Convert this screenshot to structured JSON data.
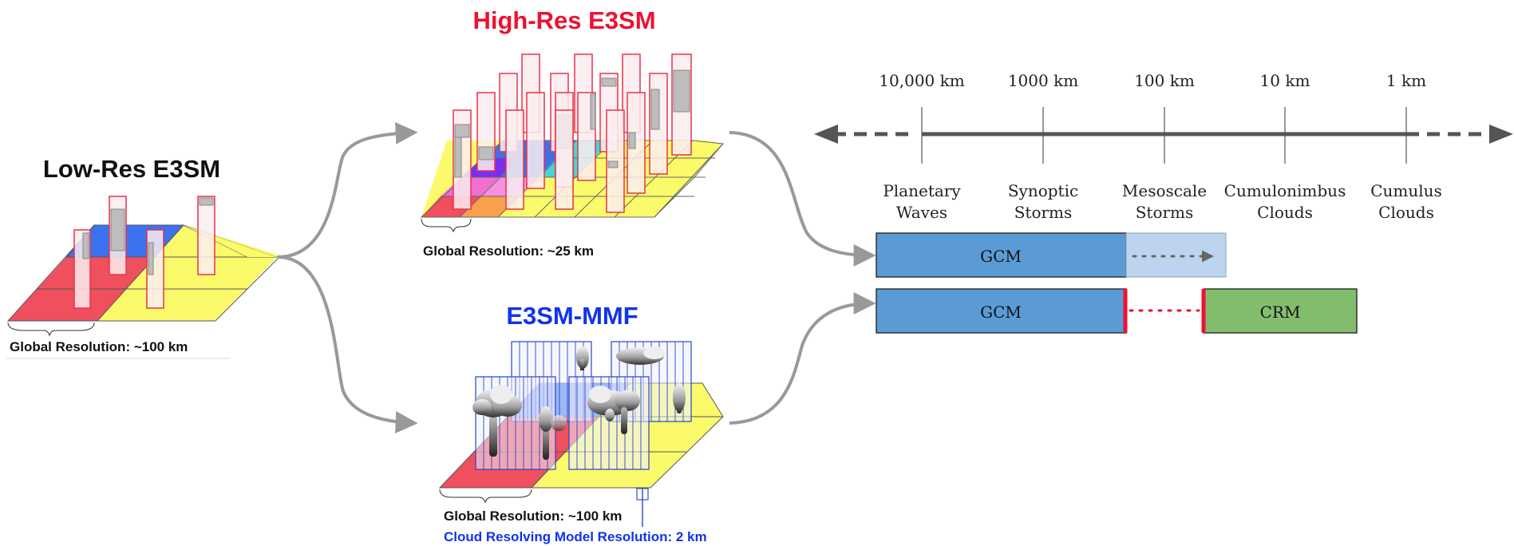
{
  "low_res": {
    "title": "Low-Res E3SM",
    "resolution": "Global Resolution: ~100 km"
  },
  "high_res": {
    "title": "High-Res E3SM",
    "resolution": "Global Resolution: ~25 km"
  },
  "mmf": {
    "title": "E3SM-MMF",
    "resolution": "Global Resolution: ~100 km",
    "crm_resolution": "Cloud Resolving Model Resolution: 2 km"
  },
  "scale_axis": {
    "ticks": [
      "10,000 km",
      "1000 km",
      "100 km",
      "10 km",
      "1 km"
    ],
    "phenomena": [
      [
        "Planetary",
        "Waves"
      ],
      [
        "Synoptic",
        "Storms"
      ],
      [
        "Mesoscale",
        "Storms"
      ],
      [
        "Cumulonimbus",
        "Clouds"
      ],
      [
        "Cumulus",
        "Clouds"
      ]
    ]
  },
  "bars": {
    "row1_label": "GCM",
    "row2_left_label": "GCM",
    "row2_right_label": "CRM"
  },
  "colors": {
    "title_high_res": "#ee1133",
    "title_mmf": "#1133ee",
    "gcm_fill": "#5b9bd5",
    "gcm_ext_fill": "#bcd4f0",
    "crm_fill": "#82bd6e",
    "red_cell": "#f04f5e",
    "blue_cell": "#3a72f0",
    "yellow_cell": "#fafa6a",
    "arrow_gray": "#999999",
    "axis_gray": "#555555"
  },
  "icons": [
    "curved-arrow-icon",
    "double-arrow-axis-icon",
    "cloud-icon"
  ]
}
